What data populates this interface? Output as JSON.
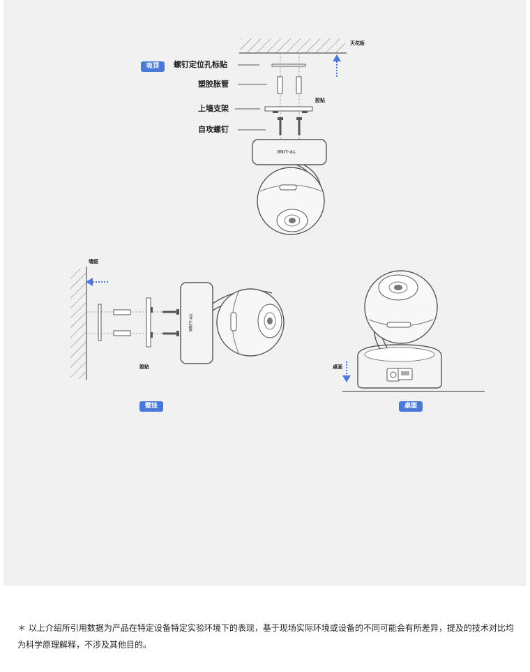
{
  "ceiling_mount": {
    "badge": "吸顶",
    "ceiling_label": "天花板",
    "tape_label": "胶贴",
    "parts": [
      "螺钉定位孔标贴",
      "塑胶胀管",
      "上墙支架",
      "自攻螺钉"
    ],
    "brand": "TP-LINK"
  },
  "wall_mount": {
    "badge": "壁挂",
    "wall_label": "墙壁",
    "tape_label": "胶贴",
    "brand": "TP-LINK"
  },
  "desk_mount": {
    "badge": "桌面",
    "desk_label": "桌面"
  },
  "footnote": "＊ 以上介绍所引用数据为产品在特定设备特定实验环境下的表现，基于现场实际环境或设备的不同可能会有所差异，提及的技术对比均为科学原理解释，不涉及其他目的。",
  "colors": {
    "panel_bg": "#f1f1f1",
    "accent": "#4a78d8",
    "line": "#555555"
  }
}
